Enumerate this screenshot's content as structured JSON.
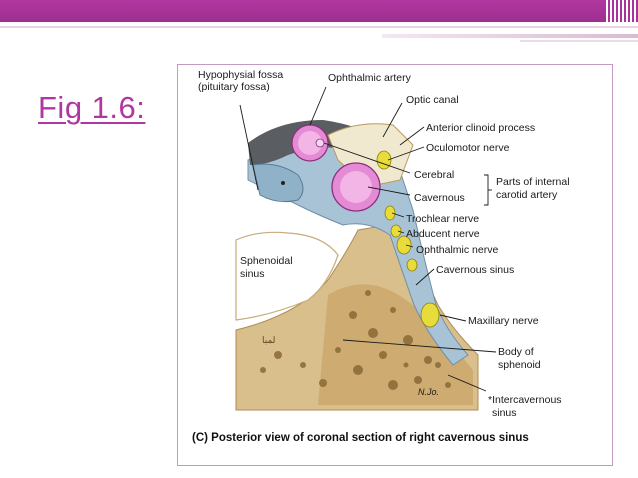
{
  "slide": {
    "heading": "Fig 1.6:"
  },
  "figure": {
    "labels": {
      "hypophysial_fossa": "Hypophysial fossa",
      "pituitary_fossa": "(pituitary fossa)",
      "ophthalmic_artery": "Ophthalmic artery",
      "optic_canal": "Optic canal",
      "anterior_clinoid": "Anterior clinoid process",
      "oculomotor": "Oculomotor nerve",
      "cerebral": "Cerebral",
      "cavernous": "Cavernous",
      "parts_of_internal": "Parts of internal",
      "carotid_artery": "carotid artery",
      "trochlear": "Trochlear nerve",
      "abducent": "Abducent nerve",
      "ophthalmic_nerve": "Ophthalmic nerve",
      "cavernous_sinus": "Cavernous sinus",
      "sphenoidal": "Sphenoidal",
      "sinus": "sinus",
      "maxillary": "Maxillary nerve",
      "body_of": "Body of",
      "sphenoid": "sphenoid",
      "intercavernous": "*Intercavernous",
      "intercavernous_sinus": "sinus",
      "signature": "N.Jo.",
      "arabic_mark": "لمبا"
    },
    "caption": "(C) Posterior view of coronal section of right cavernous sinus"
  }
}
